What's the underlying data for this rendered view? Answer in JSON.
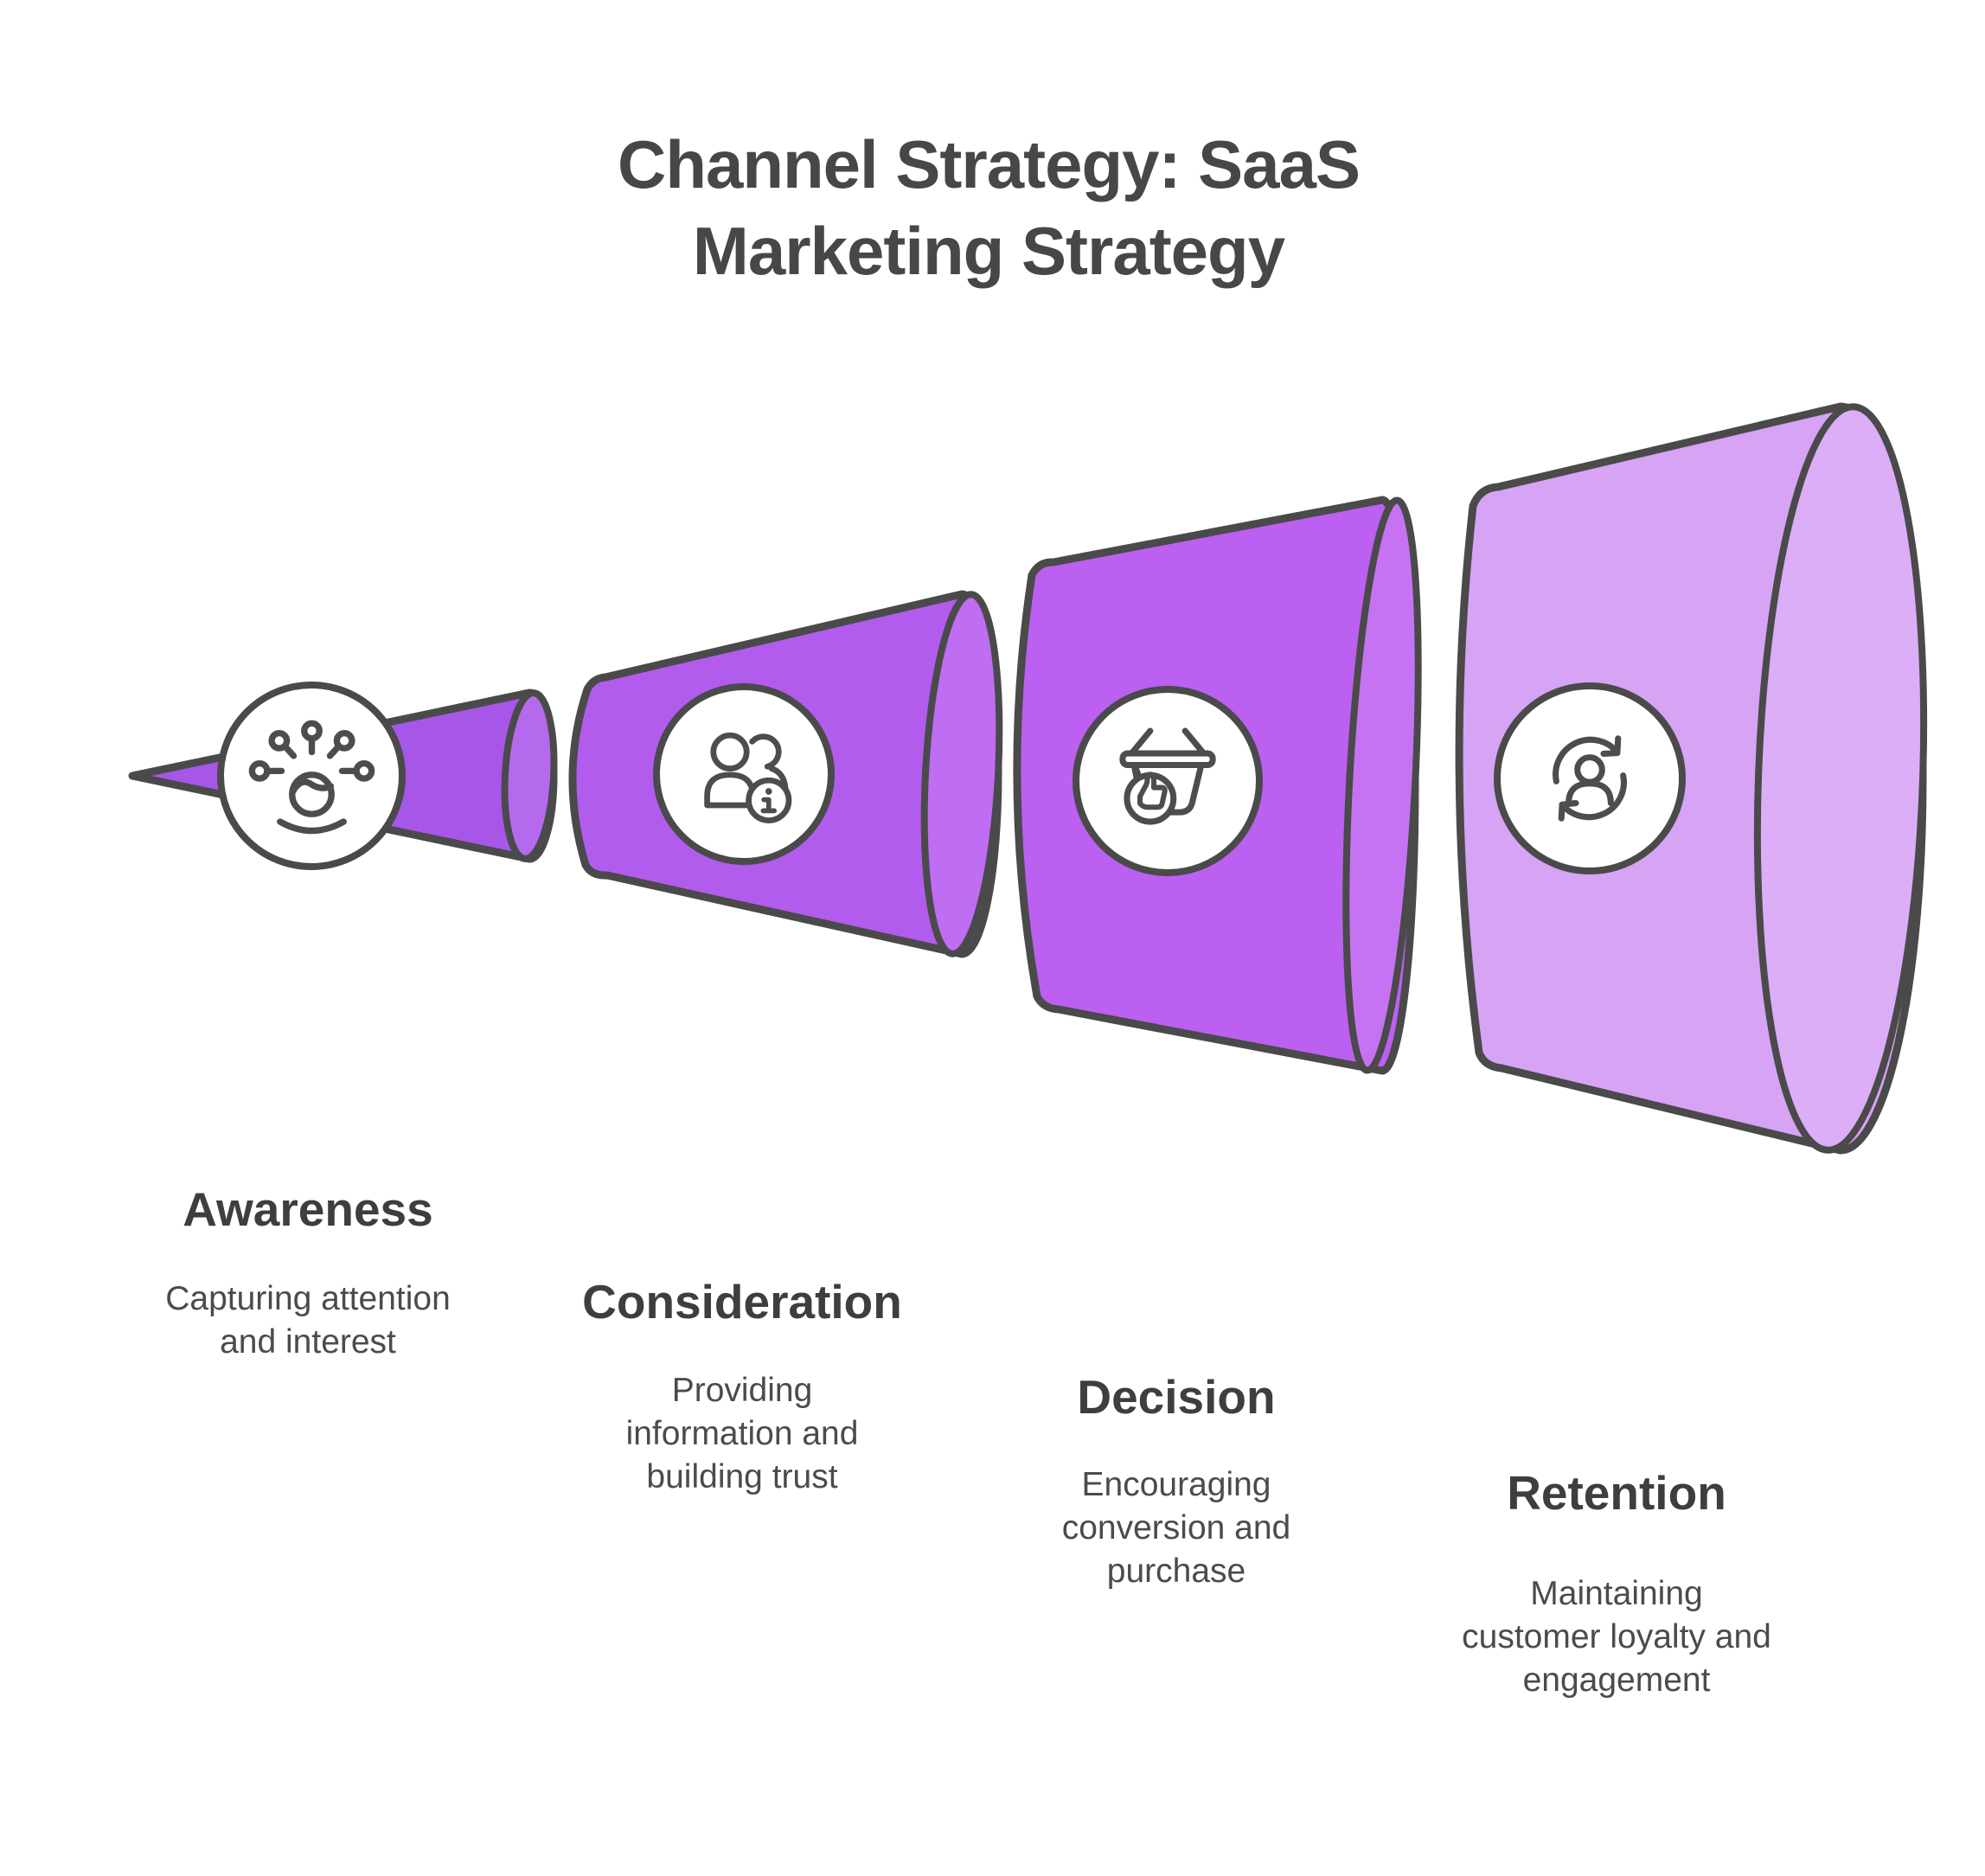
{
  "title": "Channel Strategy: SaaS\nMarketing Strategy",
  "funnel": {
    "type": "horizontal-funnel",
    "direction": "expanding-left-to-right",
    "outline_color": "#4a4a4a",
    "icon_stroke_color": "#4d4d4d",
    "stages": [
      {
        "label": "Awareness",
        "description": "Capturing attention\nand interest",
        "icon": "radiating-person-icon",
        "segment_color": "#a657e7",
        "cap_color": "#b56aee"
      },
      {
        "label": "Consideration",
        "description": "Providing\ninformation and\nbuilding trust",
        "icon": "users-info-icon",
        "segment_color": "#b25cee",
        "cap_color": "#bf6df2"
      },
      {
        "label": "Decision",
        "description": "Encouraging\nconversion and\npurchase",
        "icon": "basket-thumbs-up-icon",
        "segment_color": "#bb60f0",
        "cap_color": "#c673f3"
      },
      {
        "label": "Retention",
        "description": "Maintaining\ncustomer loyalty and\nengagement",
        "icon": "person-refresh-icon",
        "segment_color": "#d6a3f5",
        "cap_color": "#dcaef7"
      }
    ]
  },
  "colors": {
    "background": "#ffffff",
    "title_text": "#474747",
    "heading_text": "#3e3e3e",
    "body_text": "#4b4b4b"
  }
}
